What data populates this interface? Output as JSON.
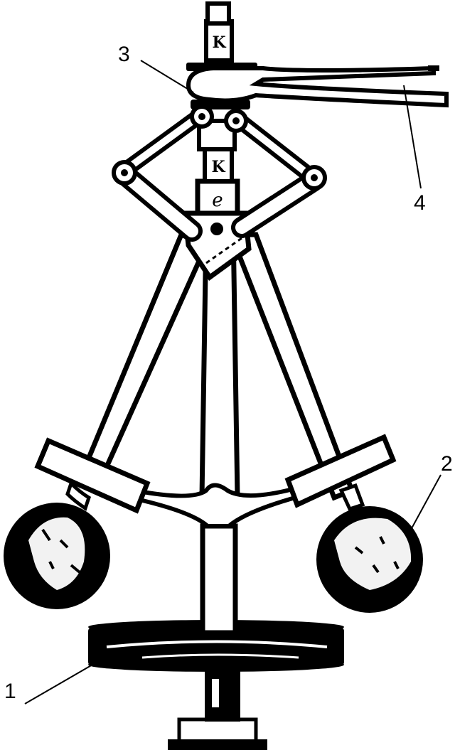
{
  "diagram": {
    "callouts": [
      {
        "id": "1",
        "label": "1"
      },
      {
        "id": "2",
        "label": "2"
      },
      {
        "id": "3",
        "label": "3"
      },
      {
        "id": "4",
        "label": "4"
      }
    ],
    "shaft_letters": [
      "K",
      "K",
      "e"
    ],
    "colors": {
      "ink": "#000000",
      "paper": "#ffffff"
    }
  }
}
